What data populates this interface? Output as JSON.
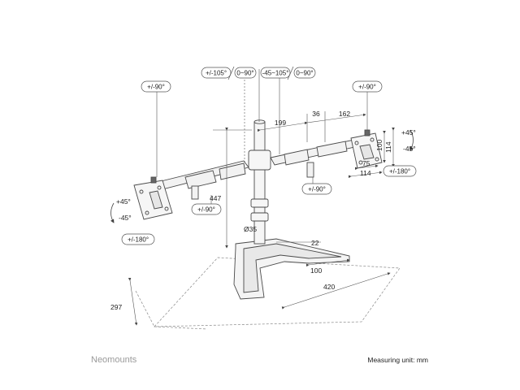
{
  "brand": "Neomounts",
  "measuring_unit": "Measuring unit: mm",
  "pills": {
    "left_tilt": "+/-90°",
    "top_105": "+/-105°",
    "top_0_90_a": "0~90°",
    "top_45_105": "-45~105°",
    "top_0_90_b": "0~90°",
    "right_tilt": "+/-90°",
    "left_arm_rot": "+/-90°",
    "center_arm_rot": "+/-90°",
    "left_swivel": "+/-180°",
    "right_swivel": "+/-180°"
  },
  "dims": {
    "d199": "199",
    "d36": "36",
    "d162": "162",
    "d447": "447",
    "d35": "Ø35",
    "d22": "22",
    "d100_base": "100",
    "d420": "420",
    "d297": "297",
    "d100_vesa": "100",
    "d114_v": "114",
    "d75": "75",
    "d114_h": "114",
    "left_plus45": "+45°",
    "left_minus45": "-45°",
    "right_plus45": "+45°",
    "right_minus45": "-45°"
  },
  "colors": {
    "line": "#4a4a4a",
    "metal": "#f4f4f4",
    "brand": "#9a9a9a"
  }
}
